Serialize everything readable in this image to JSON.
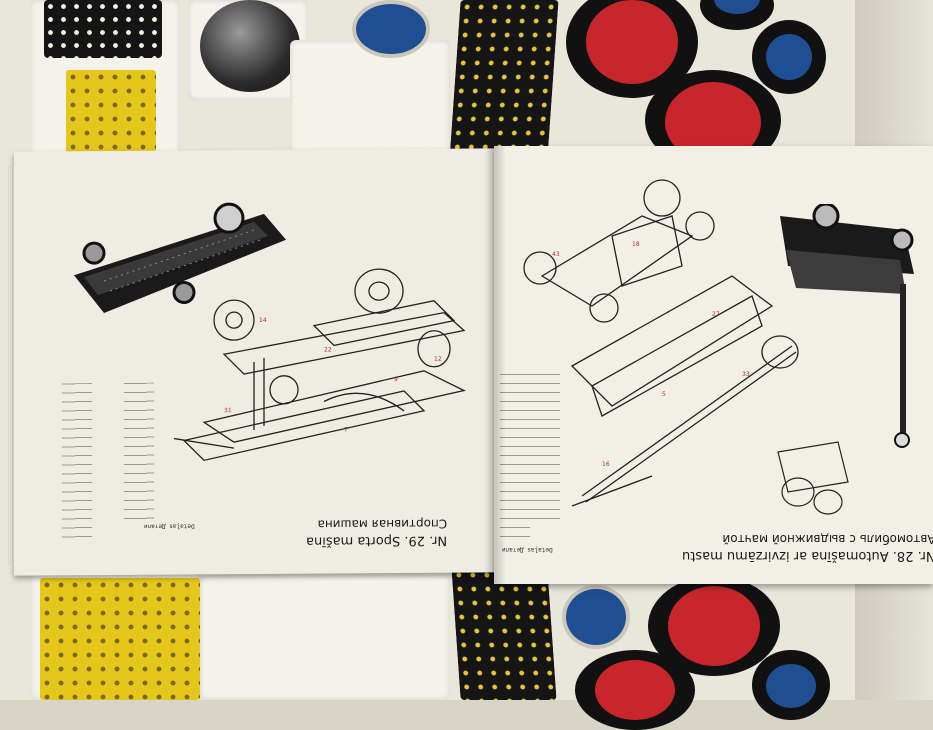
{
  "left_page": {
    "title_line1": "Nr. 29. Sporta mašīna",
    "title_line2": "Спортивная машина",
    "details_label": "Detaļas\nДетали"
  },
  "right_page": {
    "title_line1": "Nr. 28. Automašīna ar izvirzāmu mastu",
    "title_line2": "Автомобиль с выдвижной мачтой",
    "details_label": "Detaļas\nДетали"
  },
  "colors": {
    "wheel_red": "#c8262b",
    "wheel_blue": "#1f4e92",
    "strip_yellow": "#e5c61a",
    "strip_black": "#151515",
    "page_paper": "#efece3"
  }
}
